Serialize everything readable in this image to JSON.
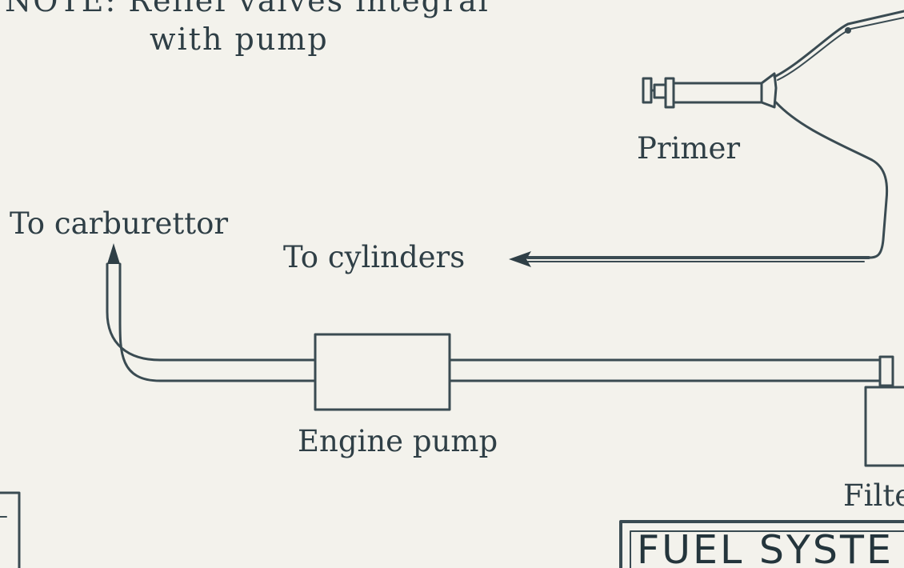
{
  "note": {
    "line1": "NOTE: Relief valves integral",
    "line2": "with pump"
  },
  "labels": {
    "primer": "Primer",
    "to_carburettor": "To carburettor",
    "to_cylinders": "To cylinders",
    "engine_pump": "Engine pump",
    "filter": "Filte"
  },
  "title": "FUEL SYSTE"
}
